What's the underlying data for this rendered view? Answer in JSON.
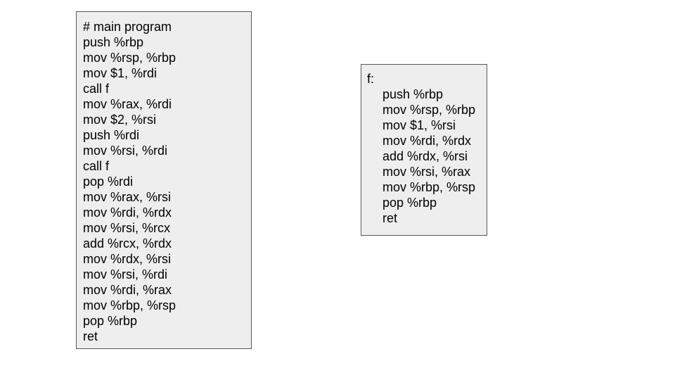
{
  "main_program": {
    "lines": [
      "# main program",
      "push %rbp",
      "mov %rsp, %rbp",
      "mov $1, %rdi",
      "call f",
      "mov %rax, %rdi",
      "mov $2, %rsi",
      "push %rdi",
      "mov %rsi, %rdi",
      "call f",
      "pop %rdi",
      "mov %rax, %rsi",
      "mov %rdi, %rdx",
      "mov %rsi, %rcx",
      "add %rcx, %rdx",
      "mov %rdx, %rsi",
      "mov %rsi, %rdi",
      "mov %rdi, %rax",
      "mov %rbp, %rsp",
      "pop %rbp",
      "ret"
    ]
  },
  "function_f": {
    "label": "f:",
    "lines": [
      "push %rbp",
      "mov %rsp, %rbp",
      "mov $1, %rsi",
      "mov %rdi, %rdx",
      "add %rdx, %rsi",
      "mov %rsi, %rax",
      "mov %rbp, %rsp",
      "pop %rbp",
      "ret"
    ]
  }
}
